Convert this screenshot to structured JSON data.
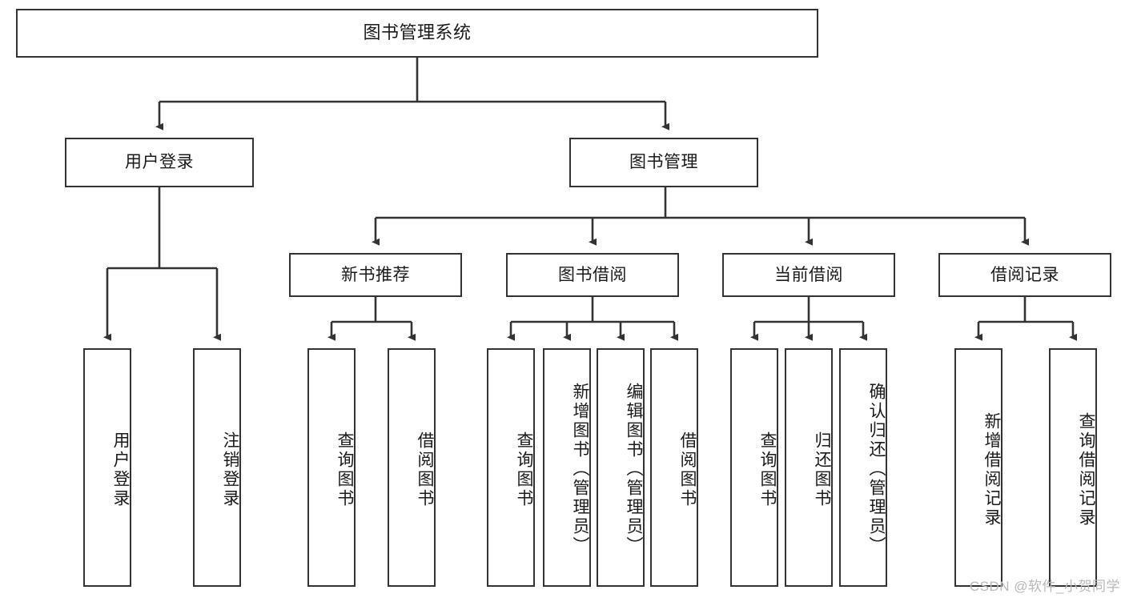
{
  "diagram": {
    "title": "图书管理系统",
    "type": "tree-hierarchy-chart",
    "colors": {
      "box_border": "#333333",
      "box_fill": "#ffffff",
      "edge": "#333333",
      "text": "#1a1a1a",
      "watermark": "#b9b9b9"
    },
    "root": {
      "id": "root",
      "label": "图书管理系统"
    },
    "level2": [
      {
        "id": "user-login",
        "label": "用户登录"
      },
      {
        "id": "book-manage",
        "label": "图书管理"
      }
    ],
    "level3": [
      {
        "id": "new-book-recommend",
        "label": "新书推荐"
      },
      {
        "id": "book-borrow",
        "label": "图书借阅"
      },
      {
        "id": "current-borrow",
        "label": "当前借阅"
      },
      {
        "id": "borrow-record",
        "label": "借阅记录"
      }
    ],
    "leaves": {
      "user_login": [
        {
          "id": "leaf-user-login",
          "label": "用户登录"
        },
        {
          "id": "leaf-user-logout",
          "label": "注销登录"
        }
      ],
      "new_book_recommend": [
        {
          "id": "leaf-query-book-1",
          "label": "查询图书"
        },
        {
          "id": "leaf-borrow-book-1",
          "label": "借阅图书"
        }
      ],
      "book_borrow": [
        {
          "id": "leaf-query-book-2",
          "label": "查询图书"
        },
        {
          "id": "leaf-add-book",
          "label": "新增图书（管理员）"
        },
        {
          "id": "leaf-edit-book",
          "label": "编辑图书（管理员）"
        },
        {
          "id": "leaf-borrow-book-2",
          "label": "借阅图书"
        }
      ],
      "current_borrow": [
        {
          "id": "leaf-query-book-3",
          "label": "查询图书"
        },
        {
          "id": "leaf-return-book",
          "label": "归还图书"
        },
        {
          "id": "leaf-confirm-return",
          "label": "确认归还（管理员）"
        }
      ],
      "borrow_record": [
        {
          "id": "leaf-add-record",
          "label": "新增借阅记录"
        },
        {
          "id": "leaf-query-record",
          "label": "查询借阅记录"
        }
      ]
    },
    "watermark": "CSDN @软件_小贺同学"
  }
}
